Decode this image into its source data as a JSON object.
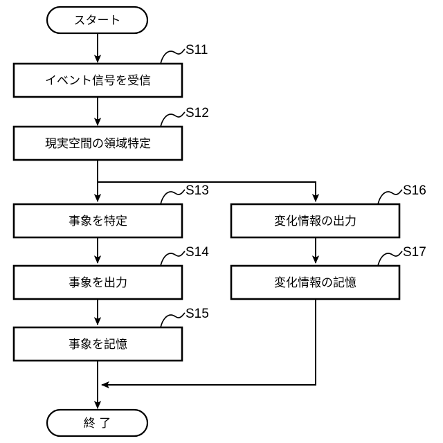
{
  "diagram": {
    "type": "flowchart",
    "language": "ja",
    "orientation": "top-to-bottom",
    "colors": {
      "background": "#ffffff",
      "stroke": "#000000",
      "text": "#000000",
      "fill": "#ffffff"
    },
    "nodes": [
      {
        "id": "start",
        "shape": "terminator",
        "text": "スタート",
        "step": null
      },
      {
        "id": "s11",
        "shape": "process",
        "text": "イベント信号を受信",
        "step": "S11"
      },
      {
        "id": "s12",
        "shape": "process",
        "text": "現実空間の領域特定",
        "step": "S12"
      },
      {
        "id": "s13",
        "shape": "process",
        "text": "事象を特定",
        "step": "S13"
      },
      {
        "id": "s14",
        "shape": "process",
        "text": "事象を出力",
        "step": "S14"
      },
      {
        "id": "s15",
        "shape": "process",
        "text": "事象を記憶",
        "step": "S15"
      },
      {
        "id": "s16",
        "shape": "process",
        "text": "変化情報の出力",
        "step": "S16"
      },
      {
        "id": "s17",
        "shape": "process",
        "text": "変化情報の記憶",
        "step": "S17"
      },
      {
        "id": "end",
        "shape": "terminator",
        "text": "終 了",
        "step": null
      }
    ],
    "edges": [
      {
        "from": "start",
        "to": "s11",
        "arrow": true
      },
      {
        "from": "s11",
        "to": "s12",
        "arrow": true
      },
      {
        "from": "s12",
        "to": "s13",
        "arrow": true,
        "note": "branch point below s12"
      },
      {
        "from": "s12",
        "to": "s16",
        "arrow": true,
        "note": "branch right then down"
      },
      {
        "from": "s13",
        "to": "s14",
        "arrow": true
      },
      {
        "from": "s14",
        "to": "s15",
        "arrow": true
      },
      {
        "from": "s16",
        "to": "s17",
        "arrow": true
      },
      {
        "from": "s15",
        "to": "end",
        "arrow": true
      },
      {
        "from": "s17",
        "to": "end",
        "arrow": true,
        "note": "down then left into main trunk"
      }
    ],
    "step_labels": [
      "S11",
      "S12",
      "S13",
      "S14",
      "S15",
      "S16",
      "S17"
    ]
  }
}
